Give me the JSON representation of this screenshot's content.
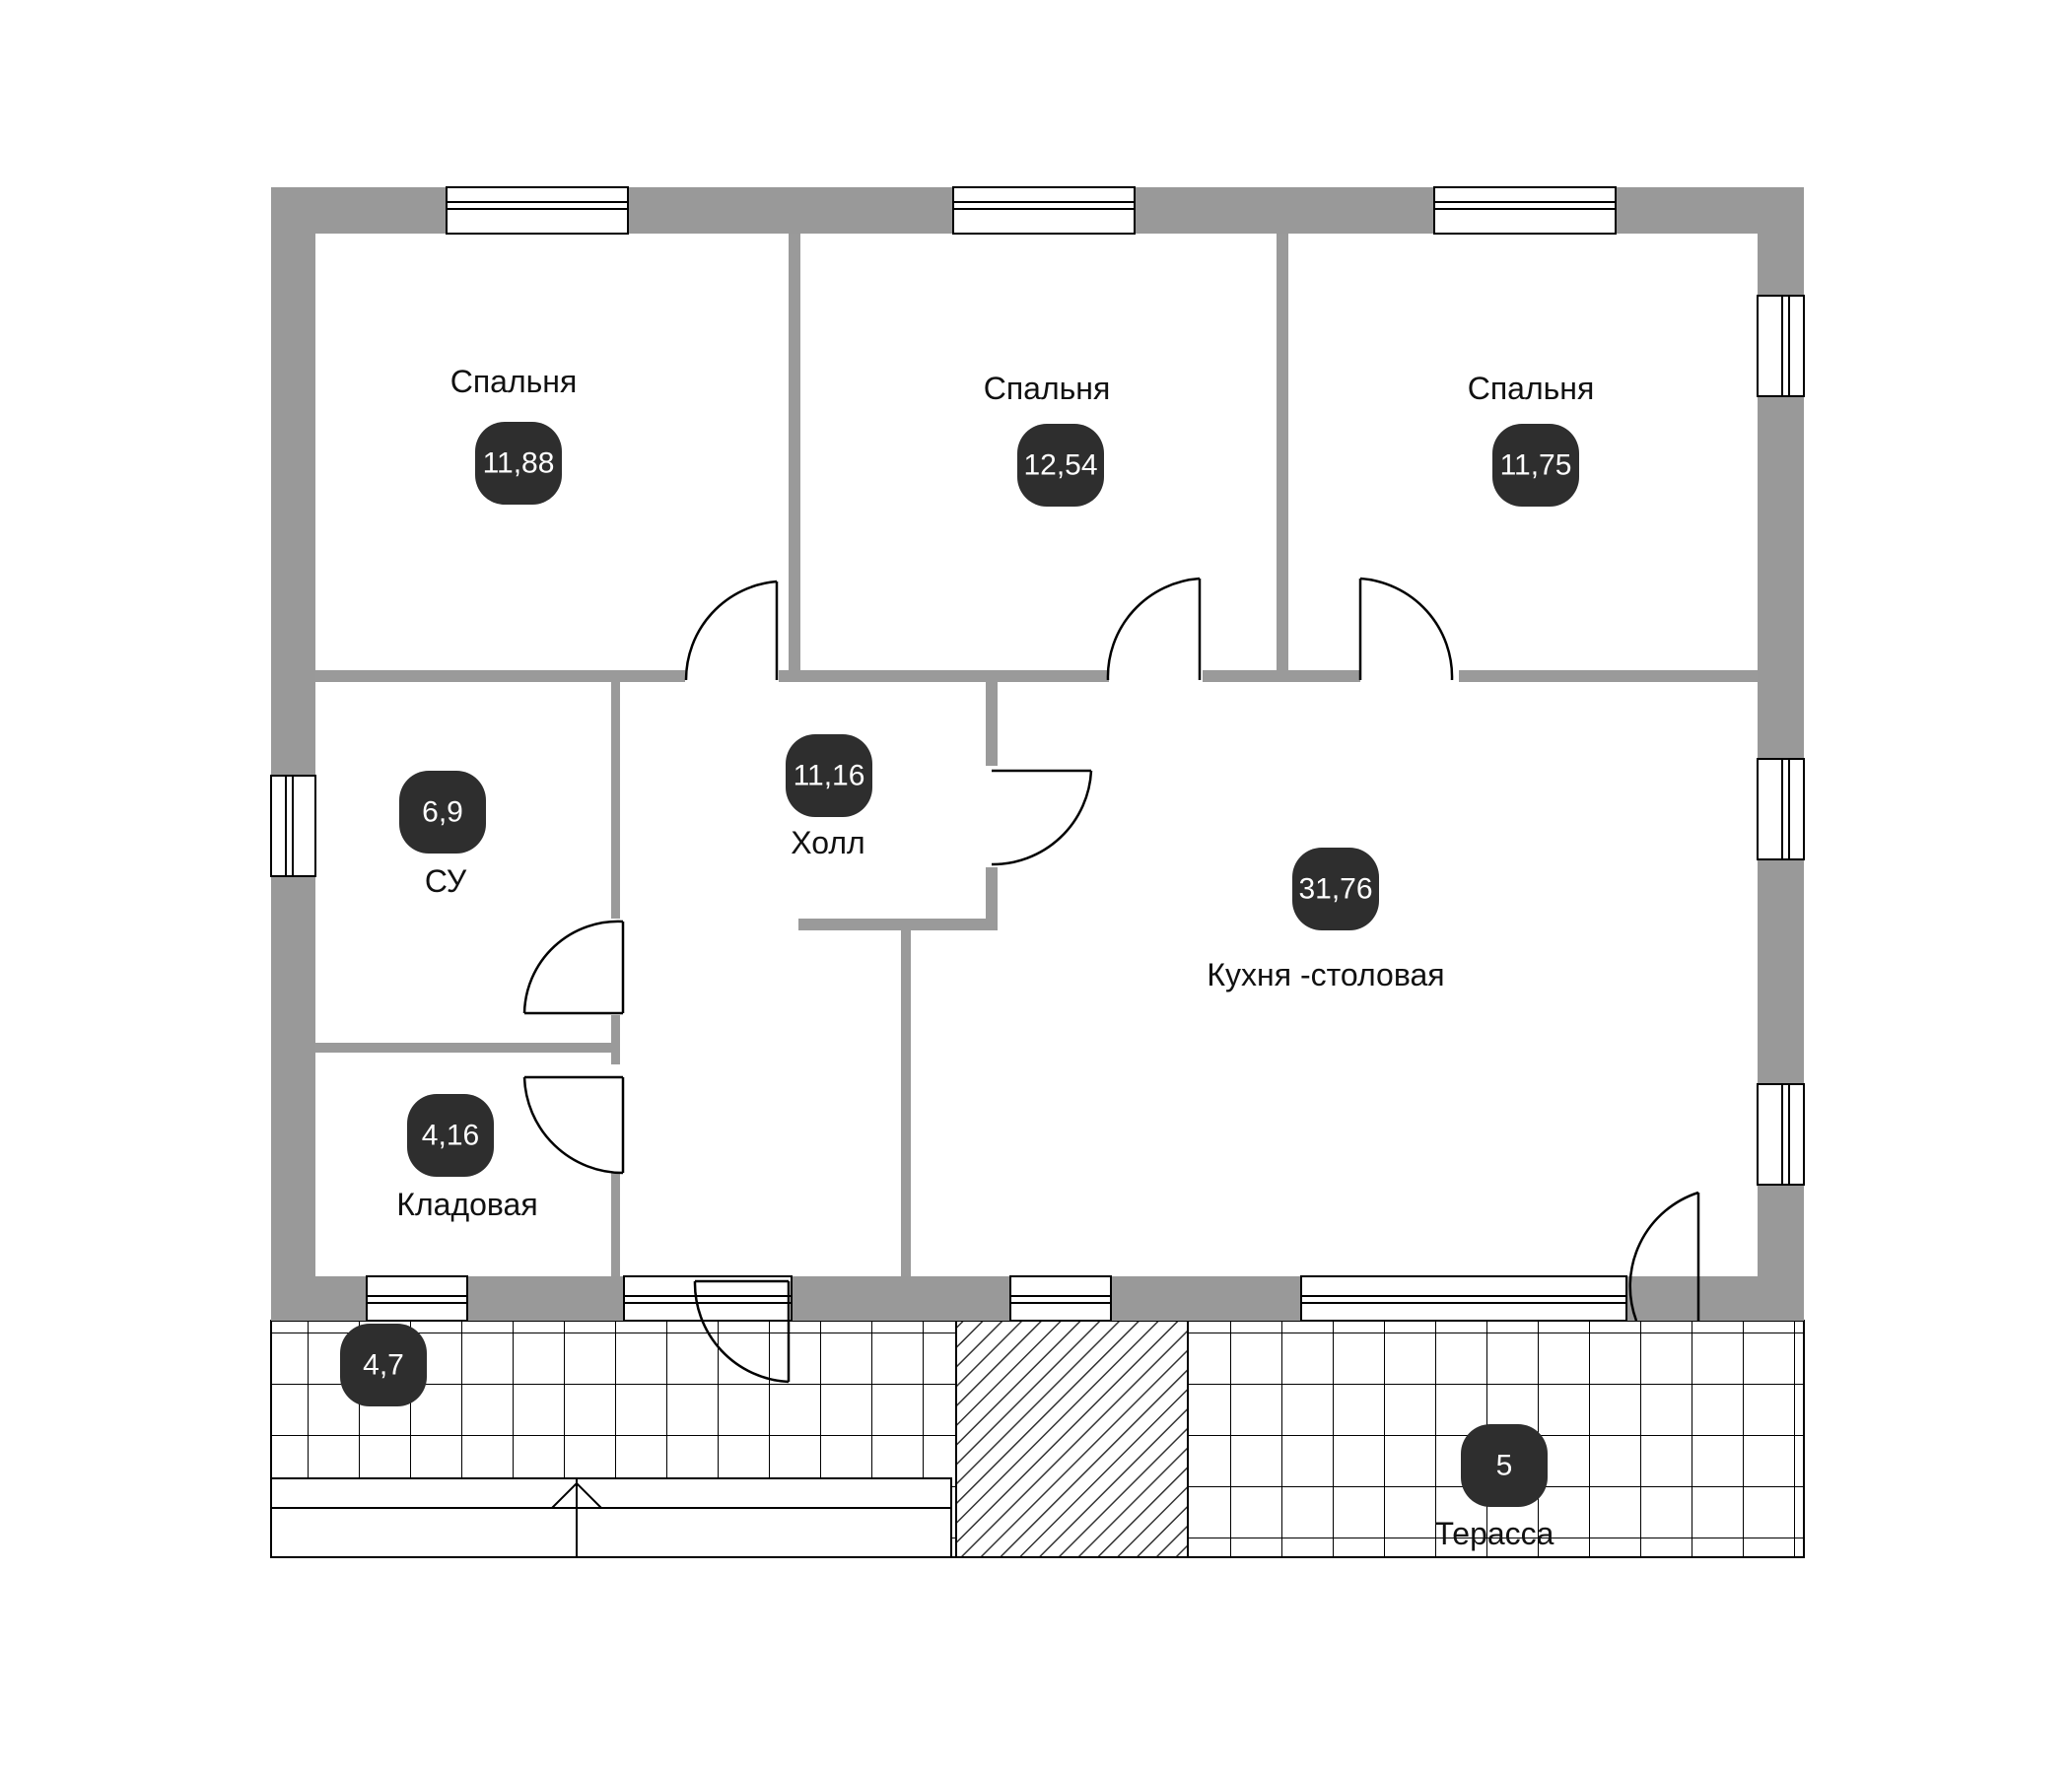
{
  "colors": {
    "wall": "#999999",
    "partition": "#9a9a9a",
    "badge": "#2e2e2e",
    "badge_text": "#ffffff",
    "label": "#111111",
    "line": "#000000"
  },
  "rooms": [
    {
      "id": "bedroom-1",
      "label": "Спальня",
      "area": "11,88"
    },
    {
      "id": "bedroom-2",
      "label": "Спальня",
      "area": "12,54"
    },
    {
      "id": "bedroom-3",
      "label": "Спальня",
      "area": "11,75"
    },
    {
      "id": "hall",
      "label": "Холл",
      "area": "11,16"
    },
    {
      "id": "bathroom",
      "label": "СУ",
      "area": "6,9"
    },
    {
      "id": "storage",
      "label": "Кладовая",
      "area": "4,16"
    },
    {
      "id": "kitchen-dining",
      "label": "Кухня -столовая",
      "area": "31,76"
    },
    {
      "id": "porch",
      "label": "",
      "area": "4,7"
    },
    {
      "id": "terrace",
      "label": "Терасса",
      "area": "5"
    }
  ]
}
